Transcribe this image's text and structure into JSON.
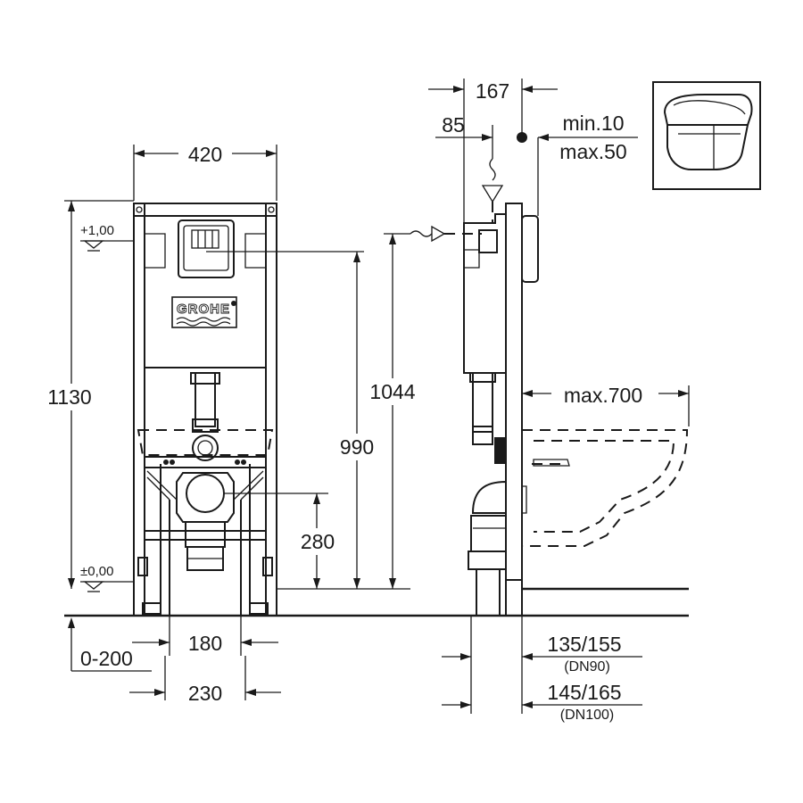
{
  "brand_logo": "GROHE",
  "levels": {
    "upper": "+1,00",
    "zero": "±0,00"
  },
  "dimensions": {
    "frame_width": "420",
    "frame_height": "1130",
    "button_height": "1044",
    "button_center": "990",
    "drain_height": "280",
    "floor_offset": "0-200",
    "foot_spacing_inner": "180",
    "foot_spacing_outer": "230",
    "depth_total": "167",
    "depth_supply": "85",
    "wall_min": "min.10",
    "wall_max": "max.50",
    "pan_projection": "max.700",
    "drain_dn90_offset": "135/155",
    "drain_dn90_label": "(DN90)",
    "drain_dn100_offset": "145/165",
    "drain_dn100_label": "(DN100)"
  },
  "icons": [
    "wall-hung-toilet-icon",
    "water-supply-symbol",
    "flush-symbol",
    "level-marker-icon"
  ]
}
